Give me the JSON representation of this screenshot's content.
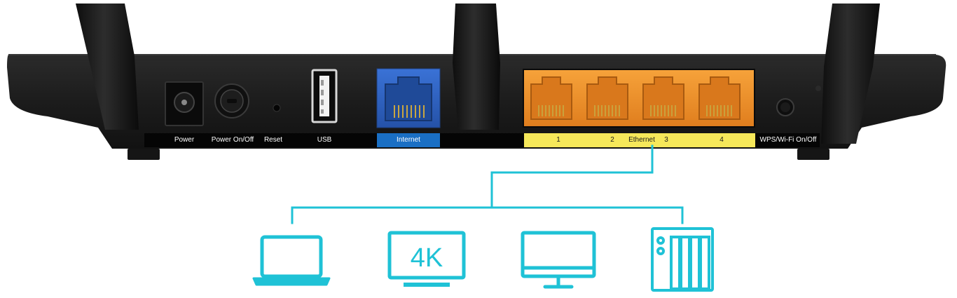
{
  "labels": {
    "power": "Power",
    "power_switch": "Power On/Off",
    "reset": "Reset",
    "usb": "USB",
    "internet": "Internet",
    "lan1": "1",
    "lan2": "2",
    "ethernet": "Ethernet",
    "lan3": "3",
    "lan4": "4",
    "wps": "WPS/Wi-Fi On/Off"
  },
  "devices": {
    "tv_text": "4K"
  },
  "colors": {
    "router_body": "#1c1c1c",
    "label_strip": "#050505",
    "internet_port": "#2f62c4",
    "internet_label": "#1a6fc4",
    "lan_block": "#f0952e",
    "lan_label": "#f6e85a",
    "connector": "#1fc2d6"
  },
  "icons": {
    "laptop": "laptop-icon",
    "tv": "tv-4k-icon",
    "monitor": "desktop-monitor-icon",
    "nas": "nas-storage-icon"
  }
}
